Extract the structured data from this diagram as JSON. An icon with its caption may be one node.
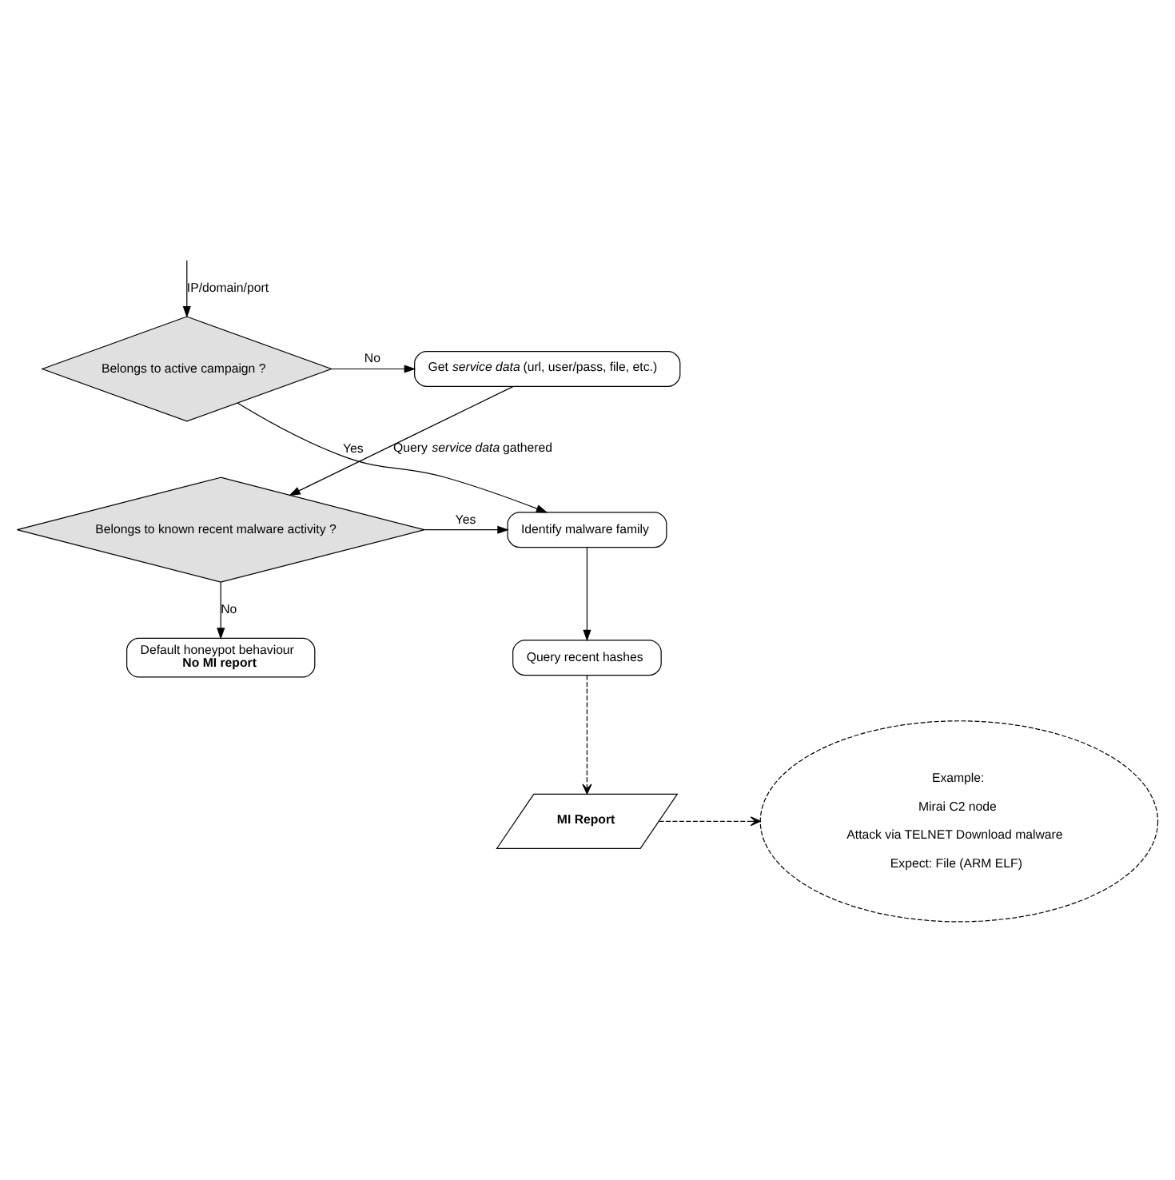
{
  "diagram": {
    "nodes": [
      {
        "text": [
          "Belongs to active campaign ?"
        ]
      },
      {
        "text": [
          "Get *service data* (url, user/pass, file, etc.)"
        ]
      },
      {
        "text": [
          "Belongs to known recent malware activity ?"
        ]
      },
      {
        "text": [
          "Identify malware family"
        ]
      },
      {
        "text": [
          "Default honeypot behaviour",
          "No MI report"
        ]
      },
      {
        "text": [
          "Query recent hashes"
        ]
      },
      {
        "text": [
          "MI Report"
        ]
      },
      {
        "text": [
          "Example:",
          "Mirai C2 node",
          "Attack via TELNET Download malware",
          "Expect: File (ARM ELF)"
        ]
      }
    ],
    "edges": [
      {
        "from": null,
        "to": 0,
        "arrow": "to",
        "label": "IP/domain/port"
      },
      {
        "from": 0,
        "to": 1,
        "arrow": "to",
        "label": "No"
      },
      {
        "from": 0,
        "to": 3,
        "arrow": "to",
        "label": "Yes"
      },
      {
        "from": 1,
        "to": 2,
        "arrow": "to",
        "label": "Query *service data* gathered"
      },
      {
        "from": 2,
        "to": 3,
        "arrow": "to",
        "label": "Yes"
      },
      {
        "from": 2,
        "to": 4,
        "arrow": "to",
        "label": "No"
      },
      {
        "from": 3,
        "to": 5,
        "arrow": "to"
      },
      {
        "from": 5,
        "to": 6,
        "arrow": "to",
        "style": "dashed"
      },
      {
        "from": 6,
        "to": 7,
        "arrow": "to",
        "style": "dashed"
      }
    ]
  }
}
